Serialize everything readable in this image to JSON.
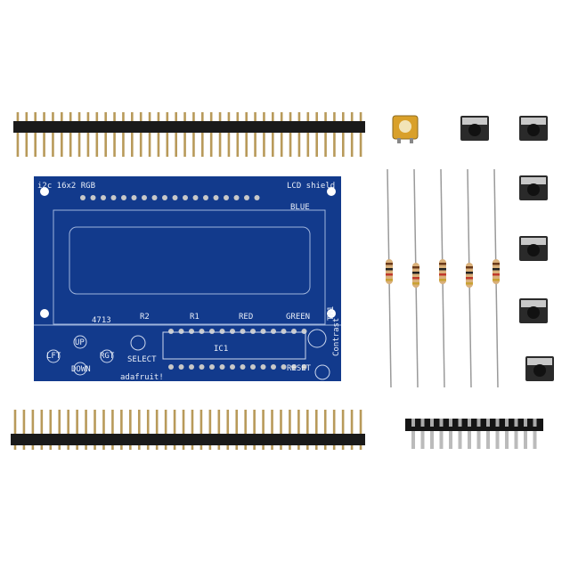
{
  "pcb": {
    "title_left": "i2c 16x2 RGB",
    "title_right": "LCD shield",
    "blue": "BLUE",
    "r2": "R2",
    "r1": "R1",
    "red": "RED",
    "green": "GREEN",
    "ic1": "IC1",
    "select": "SELECT",
    "reset": "RESET",
    "brand": "adafruit!",
    "code": "4713",
    "up": "UP",
    "down": "DOWN",
    "left": "LFT",
    "right": "RGT",
    "trim": "TM1",
    "contrast": "Contrast"
  },
  "colors": {
    "pcb": "#123a8c",
    "header": "#1a1a1a",
    "pin": "#b89a5a",
    "pot": "#e0a82a"
  },
  "counts": {
    "header_pins": 40,
    "resistors": 5,
    "buttons": 6,
    "socket_pins": 14
  }
}
